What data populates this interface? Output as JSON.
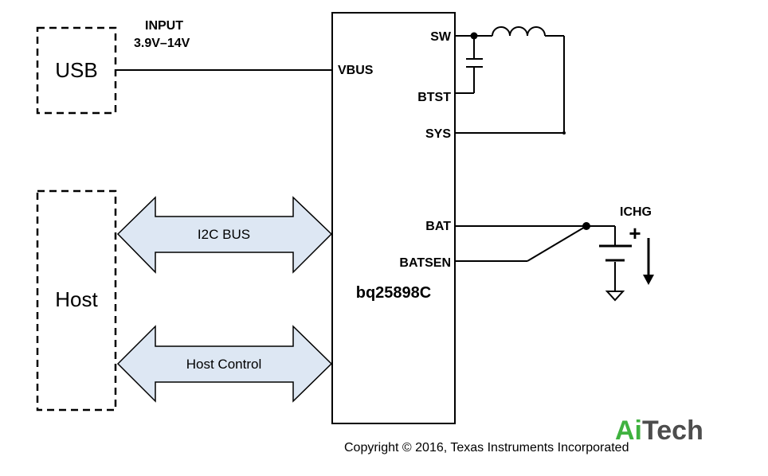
{
  "blocks": {
    "usb": "USB",
    "host": "Host",
    "chip": "bq25898C"
  },
  "input": {
    "line1": "INPUT",
    "line2": "3.9V–14V"
  },
  "pins": {
    "vbus": "VBUS",
    "sw": "SW",
    "btst": "BTST",
    "sys": "SYS",
    "bat": "BAT",
    "batsen": "BATSEN"
  },
  "buses": {
    "i2c": "I2C BUS",
    "host_control": "Host Control"
  },
  "charge": {
    "label": "ICHG",
    "plus": "+"
  },
  "copyright": "Copyright © 2016, Texas Instruments Incorporated",
  "watermark": {
    "part1": "Ai",
    "part2": "Tech"
  },
  "colors": {
    "arrow_fill": "#dde7f3",
    "watermark_green": "#3fb23f",
    "watermark_gray": "#4d4d4d"
  }
}
